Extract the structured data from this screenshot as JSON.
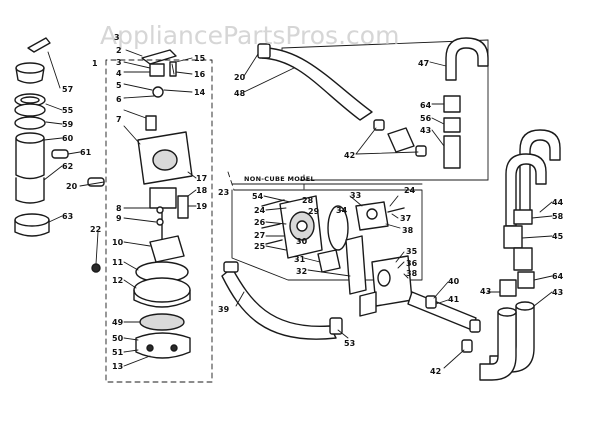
{
  "watermark": "AppliancePartsPros.com",
  "subassembly_label": "NON-CUBE MODEL",
  "part_labels": [
    {
      "id": "label-3",
      "text": "3"
    },
    {
      "id": "label-57",
      "text": "57"
    },
    {
      "id": "label-55",
      "text": "55"
    },
    {
      "id": "label-59",
      "text": "59"
    },
    {
      "id": "label-60",
      "text": "60"
    },
    {
      "id": "label-61",
      "text": "61"
    },
    {
      "id": "label-62",
      "text": "62"
    },
    {
      "id": "label-20a",
      "text": "20"
    },
    {
      "id": "label-63",
      "text": "63"
    },
    {
      "id": "label-22",
      "text": "22"
    },
    {
      "id": "label-1",
      "text": "1"
    },
    {
      "id": "label-2",
      "text": "2"
    },
    {
      "id": "label-3b",
      "text": "3"
    },
    {
      "id": "label-4",
      "text": "4"
    },
    {
      "id": "label-5",
      "text": "5"
    },
    {
      "id": "label-6",
      "text": "6"
    },
    {
      "id": "label-7",
      "text": "7"
    },
    {
      "id": "label-8",
      "text": "8"
    },
    {
      "id": "label-9",
      "text": "9"
    },
    {
      "id": "label-10",
      "text": "10"
    },
    {
      "id": "label-11",
      "text": "11"
    },
    {
      "id": "label-12",
      "text": "12"
    },
    {
      "id": "label-49",
      "text": "49"
    },
    {
      "id": "label-50",
      "text": "50"
    },
    {
      "id": "label-51",
      "text": "51"
    },
    {
      "id": "label-13",
      "text": "13"
    },
    {
      "id": "label-15",
      "text": "15"
    },
    {
      "id": "label-16",
      "text": "16"
    },
    {
      "id": "label-14",
      "text": "14"
    },
    {
      "id": "label-17",
      "text": "17"
    },
    {
      "id": "label-18",
      "text": "18"
    },
    {
      "id": "label-19",
      "text": "19"
    },
    {
      "id": "label-20b",
      "text": "20"
    },
    {
      "id": "label-48",
      "text": "48"
    },
    {
      "id": "label-47",
      "text": "47"
    },
    {
      "id": "label-64a",
      "text": "64"
    },
    {
      "id": "label-56",
      "text": "56"
    },
    {
      "id": "label-43a",
      "text": "43"
    },
    {
      "id": "label-42a",
      "text": "42"
    },
    {
      "id": "label-23",
      "text": "23"
    },
    {
      "id": "label-54",
      "text": "54"
    },
    {
      "id": "label-24a",
      "text": "24"
    },
    {
      "id": "label-28",
      "text": "28"
    },
    {
      "id": "label-29",
      "text": "29"
    },
    {
      "id": "label-26",
      "text": "26"
    },
    {
      "id": "label-30",
      "text": "30"
    },
    {
      "id": "label-27",
      "text": "27"
    },
    {
      "id": "label-25",
      "text": "25"
    },
    {
      "id": "label-31",
      "text": "31"
    },
    {
      "id": "label-32",
      "text": "32"
    },
    {
      "id": "label-33",
      "text": "33"
    },
    {
      "id": "label-34",
      "text": "34"
    },
    {
      "id": "label-24b",
      "text": "24"
    },
    {
      "id": "label-37",
      "text": "37"
    },
    {
      "id": "label-38a",
      "text": "38"
    },
    {
      "id": "label-35",
      "text": "35"
    },
    {
      "id": "label-36",
      "text": "36"
    },
    {
      "id": "label-38b",
      "text": "38"
    },
    {
      "id": "label-39",
      "text": "39"
    },
    {
      "id": "label-53",
      "text": "53"
    },
    {
      "id": "label-40",
      "text": "40"
    },
    {
      "id": "label-41",
      "text": "41"
    },
    {
      "id": "label-42b",
      "text": "42"
    },
    {
      "id": "label-44",
      "text": "44"
    },
    {
      "id": "label-58",
      "text": "58"
    },
    {
      "id": "label-45",
      "text": "45"
    },
    {
      "id": "label-64b",
      "text": "64"
    },
    {
      "id": "label-43b",
      "text": "43"
    },
    {
      "id": "label-43c",
      "text": "43"
    }
  ]
}
